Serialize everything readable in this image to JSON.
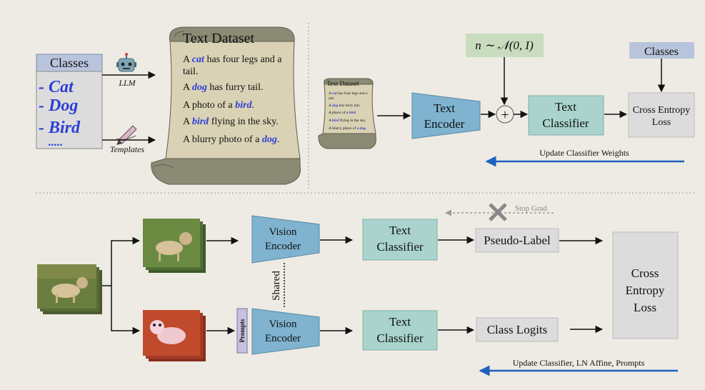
{
  "top": {
    "classes_header": "Classes",
    "class_items": [
      "- Cat",
      "- Dog",
      "- Bird",
      "....."
    ],
    "llm_label": "LLM",
    "templates_label": "Templates",
    "dataset_title": "Text Dataset",
    "sentences": [
      {
        "pre": "A ",
        "word": "cat",
        "post": " has four legs and a",
        "post2": "tail."
      },
      {
        "pre": "A ",
        "word": "dog",
        "post": " has furry tail.",
        "post2": ""
      },
      {
        "pre": "A photo of a ",
        "word": "bird",
        "post": ".",
        "post2": ""
      },
      {
        "pre": "A ",
        "word": "bird",
        "post": " flying in the sky.",
        "post2": ""
      },
      {
        "pre": "A blurry photo of a ",
        "word": "dog",
        "post": ".",
        "post2": ""
      }
    ],
    "small_dataset_title": "Text Dataset",
    "small_sentences": [
      {
        "pre": "A ",
        "word": "cat",
        "post": " has four legs and a"
      },
      {
        "pre": "tail.",
        "word": "",
        "post": ""
      },
      {
        "pre": "A ",
        "word": "dog",
        "post": " has furry tail."
      },
      {
        "pre": "A photo of a ",
        "word": "bird",
        "post": "."
      },
      {
        "pre": "A ",
        "word": "bird",
        "post": " flying in the sky."
      },
      {
        "pre": "A blurry photo of a ",
        "word": "dog",
        "post": "."
      }
    ],
    "text_encoder": [
      "Text",
      "Encoder"
    ],
    "noise_label": "n ∼ 𝒩(0, I)",
    "plus": "+",
    "text_classifier": [
      "Text",
      "Classifier"
    ],
    "classes_box": "Classes",
    "ce_loss": [
      "Cross Entropy",
      "Loss"
    ],
    "update_label": "Update Classifier Weights"
  },
  "bottom": {
    "stop_grad": "Stop Grad",
    "vision_encoder": [
      "Vision",
      "Encoder"
    ],
    "text_classifier": [
      "Text",
      "Classifier"
    ],
    "pseudo_label": "Pseudo-Label",
    "class_logits": "Class Logits",
    "shared": "Shared",
    "prompts": "Prompts",
    "ce_loss": [
      "Cross",
      "Entropy",
      "Loss"
    ],
    "update_label": "Update Classifier, LN Affine, Prompts"
  },
  "colors": {
    "encoder": "#7fb3cf",
    "classifier": "#a9d3cc",
    "loss": "#dcdcdc",
    "noise": "#c9dcbf",
    "classes": "#b8c4dc",
    "arrow_blue": "#1f5fbf",
    "parchment": "#d9d2b4",
    "scroll_dark": "#8b8a74"
  }
}
